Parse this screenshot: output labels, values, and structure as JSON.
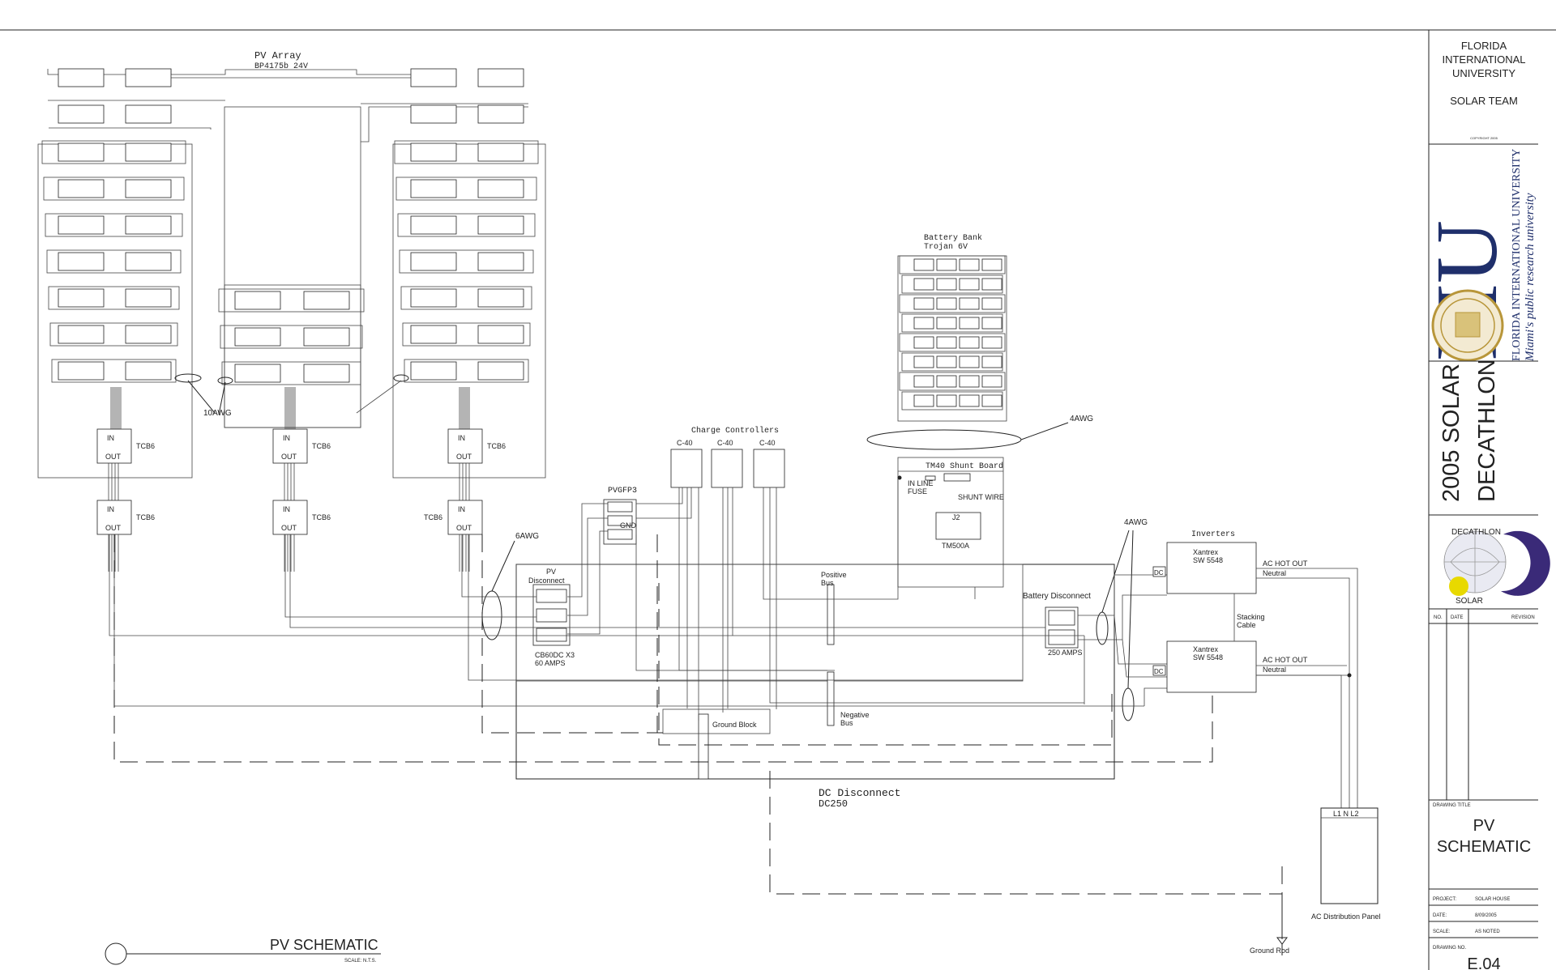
{
  "labels": {
    "pv_array_title": "PV Array",
    "pv_array_model": "BP4175b 24V",
    "wire_10awg": "10AWG",
    "wire_6awg": "6AWG",
    "wire_4awg_top": "4AWG",
    "wire_4awg_bottom": "4AWG",
    "combiner_in": "IN",
    "combiner_out": "OUT",
    "combiner_model": "TCB6",
    "pvgfp": "PVGFP3",
    "gnd": "GND",
    "charge_controllers": "Charge Controllers",
    "cc_model": "C-40",
    "pv_disconnect_1": "PV",
    "pv_disconnect_2": "Disconnect",
    "breaker_1": "CB60DC X3",
    "breaker_2": "60 AMPS",
    "positive_bus_1": "Positive",
    "positive_bus_2": "Bus",
    "negative_bus_1": "Negative",
    "negative_bus_2": "Bus",
    "ground_block": "Ground Block",
    "dc_disconnect_1": "DC Disconnect",
    "dc_disconnect_2": "DC250",
    "battery_bank_1": "Battery Bank",
    "battery_bank_2": "Trojan 6V",
    "shunt_board": "TM40 Shunt Board",
    "inline_fuse_1": "IN LINE",
    "inline_fuse_2": "FUSE",
    "shunt_wire": "SHUNT WIRE",
    "j2": "J2",
    "tm500a": "TM500A",
    "battery_disconnect": "Battery Disconnect",
    "amps_250": "250 AMPS",
    "inverters": "Inverters",
    "inv_model_1": "Xantrex",
    "inv_model_2": "SW 5548",
    "dc": "DC",
    "ac_hot_out": "AC HOT OUT",
    "neutral": "Neutral",
    "stacking_1": "Stacking",
    "stacking_2": "Cable",
    "l1_n_l2": "L1 N L2",
    "ac_panel": "AC Distribution Panel",
    "ground_rod": "Ground Rod",
    "sheet_title": "PV SCHEMATIC",
    "sheet_scale": "SCALE: N.T.S."
  },
  "title_block": {
    "university_1": "FLORIDA",
    "university_2": "INTERNATIONAL",
    "university_3": "UNIVERSITY",
    "team": "SOLAR TEAM",
    "copyright": "COPYRIGHT 2005",
    "logo_letters": "FIU",
    "logo_line_1": "FLORIDA INTERNATIONAL UNIVERSITY",
    "logo_line_2": "Miami's public research university",
    "event_1": "2005 SOLAR",
    "event_2": "DECATHLON",
    "emblem_top": "DECATHLON",
    "emblem_bottom": "SOLAR",
    "col_no": "NO.",
    "col_date": "DATE",
    "col_revision": "REVISION",
    "drawing_title_label": "DRAWING TITLE",
    "drawing_title_1": "PV",
    "drawing_title_2": "SCHEMATIC",
    "project_label": "PROJECT:",
    "project_value": "SOLAR HOUSE",
    "date_label": "DATE:",
    "date_value": "8/09/2005",
    "scale_label": "SCALE:",
    "scale_value": "AS NOTED",
    "drawing_no_label": "DRAWING NO.",
    "drawing_no_value": "E.04"
  },
  "colors": {
    "line": "#222222",
    "fiu_navy": "#1f2f6b",
    "fiu_gold": "#b8963a",
    "emblem_purple": "#3a2a78",
    "emblem_yellow": "#e8d900"
  }
}
